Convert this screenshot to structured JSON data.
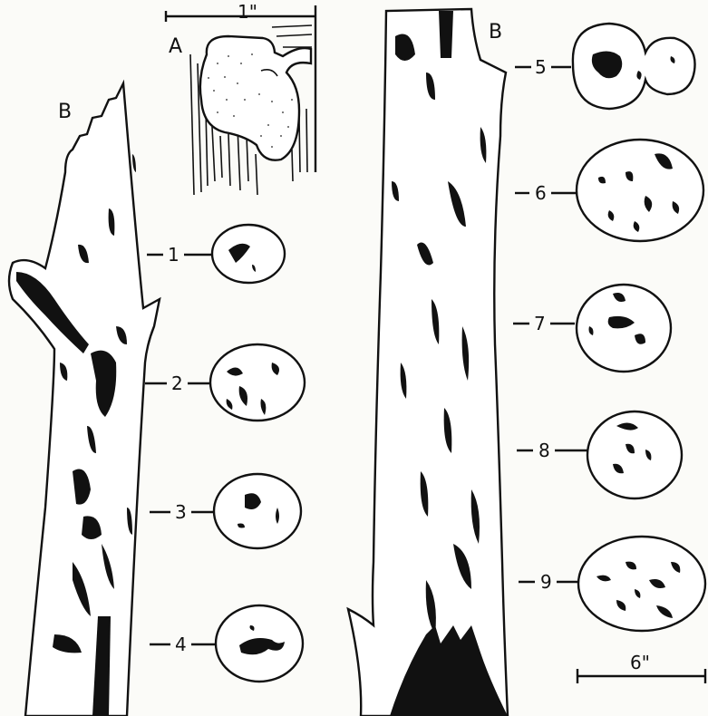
{
  "figure": {
    "panel_a_label": "A",
    "panel_b_left_label": "B",
    "panel_b_right_label": "B",
    "inset_scale_label": "1\"",
    "scale_bar_label": "6\"",
    "sections_left": [
      {
        "label": "1"
      },
      {
        "label": "2"
      },
      {
        "label": "3"
      },
      {
        "label": "4"
      }
    ],
    "sections_right": [
      {
        "label": "5"
      },
      {
        "label": "6"
      },
      {
        "label": "7"
      },
      {
        "label": "8"
      },
      {
        "label": "9"
      }
    ]
  }
}
